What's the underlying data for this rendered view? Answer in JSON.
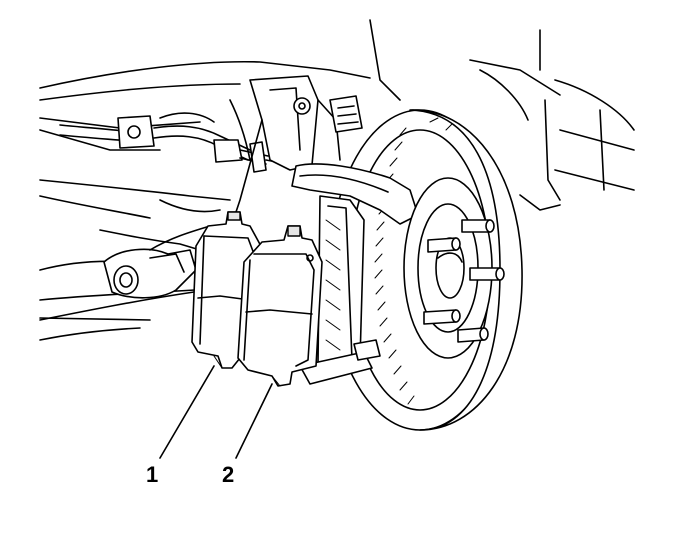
{
  "callouts": [
    {
      "id": "1",
      "label": "1"
    },
    {
      "id": "2",
      "label": "2"
    }
  ],
  "colors": {
    "line": "#000000",
    "background": "#ffffff",
    "shade": "#e6e6e6"
  }
}
